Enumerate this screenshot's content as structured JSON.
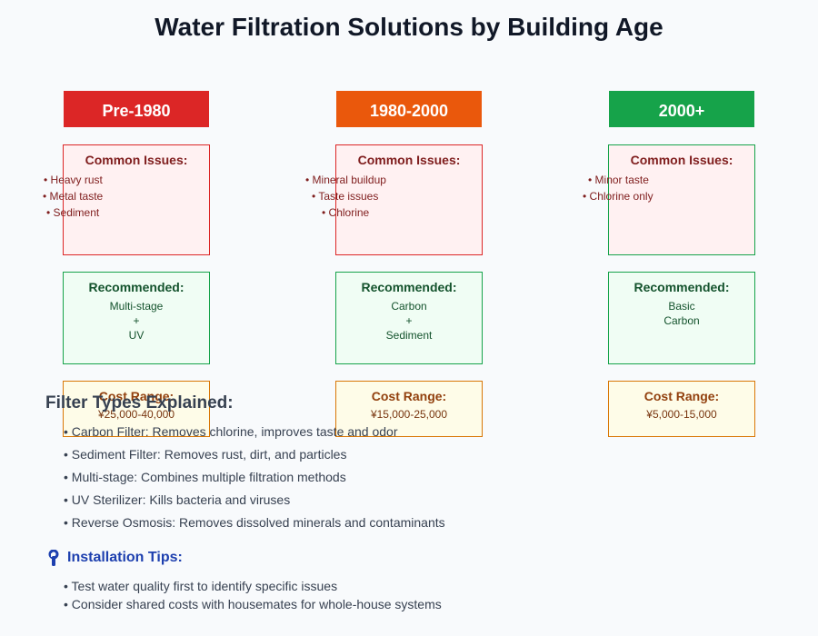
{
  "title": "Water Filtration Solutions by Building Age",
  "colors": {
    "pre1980": "#dc2626",
    "mid": "#ea580c",
    "modern": "#16a34a",
    "tips_accent": "#1e40af"
  },
  "columns": [
    {
      "era": "Pre-1980",
      "issues_title": "Common Issues:",
      "issues": [
        "• Heavy rust",
        "• Metal taste",
        "• Sediment"
      ],
      "rec_title": "Recommended:",
      "rec_lines": [
        "Multi-stage",
        "+",
        "UV"
      ],
      "cost_title": "Cost Range:",
      "cost": "¥25,000-40,000"
    },
    {
      "era": "1980-2000",
      "issues_title": "Common Issues:",
      "issues": [
        "• Mineral buildup",
        "• Taste issues",
        "• Chlorine"
      ],
      "rec_title": "Recommended:",
      "rec_lines": [
        "Carbon",
        "+",
        "Sediment"
      ],
      "cost_title": "Cost Range:",
      "cost": "¥15,000-25,000"
    },
    {
      "era": "2000+",
      "issues_title": "Common Issues:",
      "issues": [
        "• Minor taste",
        "• Chlorine only"
      ],
      "rec_title": "Recommended:",
      "rec_lines": [
        "Basic",
        "Carbon"
      ],
      "cost_title": "Cost Range:",
      "cost": "¥5,000-15,000"
    }
  ],
  "filter_types": {
    "heading": "Filter Types Explained:",
    "items": [
      "• Carbon Filter: Removes chlorine, improves taste and odor",
      "• Sediment Filter: Removes rust, dirt, and particles",
      "• Multi-stage: Combines multiple filtration methods",
      "• UV Sterilizer: Kills bacteria and viruses",
      "• Reverse Osmosis: Removes dissolved minerals and contaminants"
    ]
  },
  "tips": {
    "icon": "wrench-icon",
    "heading": "Installation Tips:",
    "items": [
      "• Test water quality first to identify specific issues",
      "• Consider shared costs with housemates for whole-house systems"
    ]
  }
}
